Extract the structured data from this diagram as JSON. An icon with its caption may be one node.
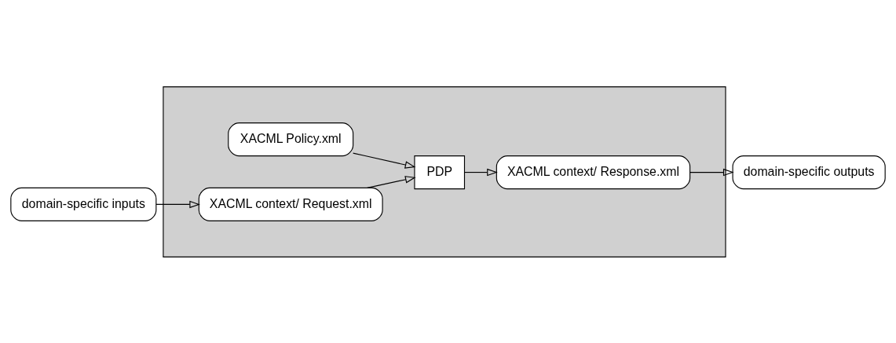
{
  "diagram": {
    "nodes": [
      {
        "text": [],
        "shape": "box"
      },
      {
        "text": [
          "XACML Policy.xml"
        ],
        "in": 0
      },
      {
        "text": [
          "domain-specific inputs"
        ]
      },
      {
        "text": [
          "XACML context/ Request.xml"
        ],
        "in": 0
      },
      {
        "text": [
          "PDP"
        ],
        "in": 0
      },
      {
        "text": [
          "XACML context/ Response.xml"
        ],
        "in": 0
      },
      {
        "text": [
          "domain-specific outputs"
        ]
      }
    ],
    "edges": [
      {
        "from": 1,
        "to": 4,
        "arrow": "to"
      },
      {
        "from": 2,
        "to": 3,
        "arrow": "to"
      },
      {
        "from": 3,
        "to": 4,
        "arrow": "to"
      },
      {
        "from": 4,
        "to": 5,
        "arrow": "to"
      },
      {
        "from": 5,
        "to": 6,
        "arrow": "to"
      }
    ]
  }
}
